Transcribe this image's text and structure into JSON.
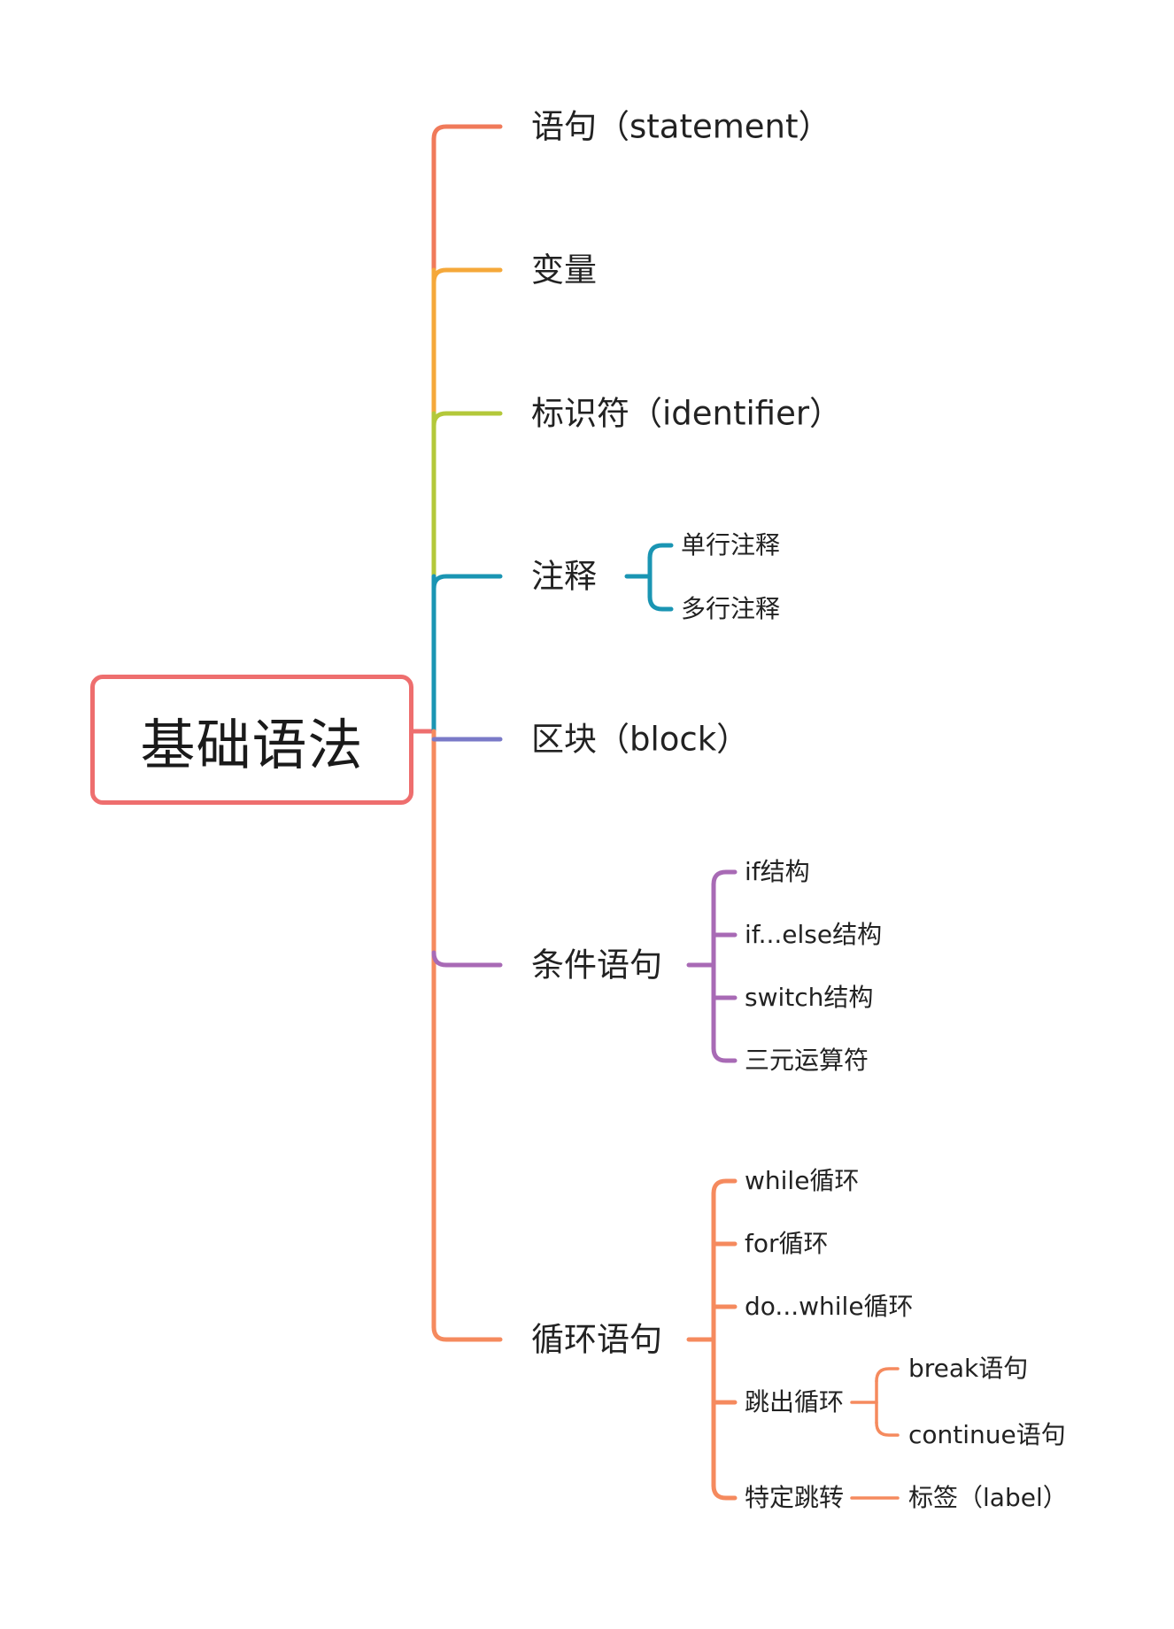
{
  "root": {
    "label": "基础语法",
    "border_color": "#ee6e6e"
  },
  "branches": [
    {
      "id": "statement",
      "label": "语句（statement）",
      "color": "#f07a5a",
      "children": []
    },
    {
      "id": "variable",
      "label": "变量",
      "color": "#f5a83a",
      "children": []
    },
    {
      "id": "identifier",
      "label": "标识符（identifier）",
      "color": "#b3c83a",
      "children": []
    },
    {
      "id": "comment",
      "label": "注释",
      "color": "#1a95b3",
      "children": [
        {
          "label": "单行注释",
          "children": []
        },
        {
          "label": "多行注释",
          "children": []
        }
      ]
    },
    {
      "id": "block",
      "label": "区块（block）",
      "color": "#7a7ac8",
      "children": []
    },
    {
      "id": "condition",
      "label": "条件语句",
      "color": "#a86ab5",
      "children": [
        {
          "label": "if结构",
          "children": []
        },
        {
          "label": "if...else结构",
          "children": []
        },
        {
          "label": "switch结构",
          "children": []
        },
        {
          "label": "三元运算符",
          "children": []
        }
      ]
    },
    {
      "id": "loop",
      "label": "循环语句",
      "color": "#f58a5e",
      "children": [
        {
          "label": "while循环",
          "children": []
        },
        {
          "label": "for循环",
          "children": []
        },
        {
          "label": "do...while循环",
          "children": []
        },
        {
          "label": "跳出循环",
          "children": [
            {
              "label": "break语句"
            },
            {
              "label": "continue语句"
            }
          ]
        },
        {
          "label": "特定跳转",
          "children": [
            {
              "label": "标签（label）"
            }
          ]
        }
      ]
    }
  ]
}
